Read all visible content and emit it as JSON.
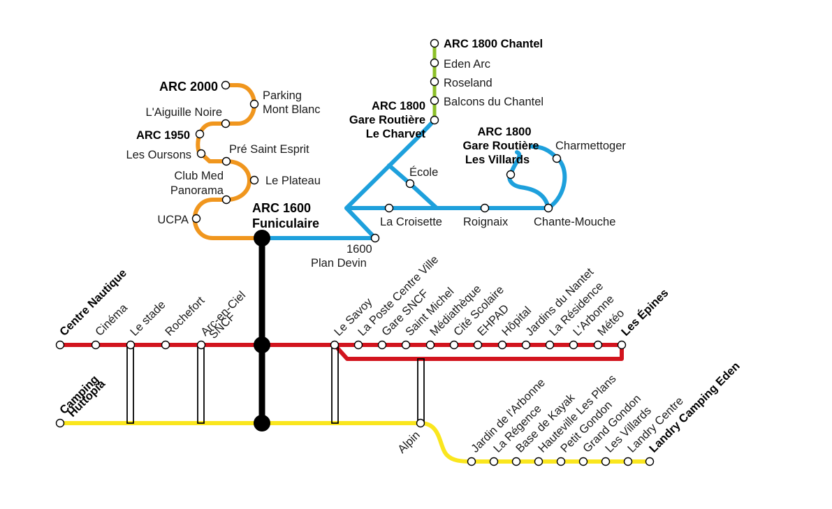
{
  "labels": {
    "arc2000": "ARC 2000",
    "parking1": "Parking",
    "parking2": "Mont Blanc",
    "aiguille": "L'Aiguille Noire",
    "arc1950": "ARC 1950",
    "oursons": "Les Oursons",
    "preSaintEsprit": "Pré Saint Esprit",
    "clubmed1": "Club Med",
    "clubmed2": "Panorama",
    "plateau": "Le Plateau",
    "ucpa": "UCPA",
    "arc1600a": "ARC 1600",
    "arc1600b": "Funiculaire",
    "planDevin1": "1600",
    "planDevin2": "Plan Devin",
    "croisette": "La Croisette",
    "roignaix": "Roignaix",
    "chanteMouche": "Chante-Mouche",
    "ecole": "École",
    "charvet1": "ARC 1800",
    "charvet2": "Gare Routière",
    "charvet3": "Le Charvet",
    "chantel": "ARC 1800 Chantel",
    "edenArc": "Eden Arc",
    "roseland": "Roseland",
    "balcons": "Balcons du Chantel",
    "villards1": "ARC 1800",
    "villards2": "Gare Routière",
    "villards3": "Les Villards",
    "charmettoger": "Charmettoger"
  },
  "red_stations": [
    {
      "label": "Centre Nautique",
      "bold": true
    },
    {
      "label": "Cinéma",
      "bold": false
    },
    {
      "label": "Le stade",
      "bold": false
    },
    {
      "label": "Rochefort",
      "bold": false
    },
    {
      "label": "Arc-en-Ciel",
      "label2": "SNCF",
      "bold": false
    },
    {
      "label": "Le Savoy",
      "bold": false
    },
    {
      "label": "La Poste Centre Ville",
      "bold": false
    },
    {
      "label": "Gare SNCF",
      "bold": false
    },
    {
      "label": "Saint Michel",
      "bold": false
    },
    {
      "label": "Médiathèque",
      "bold": false
    },
    {
      "label": "Cité Scolaire",
      "bold": false
    },
    {
      "label": "EHPAD",
      "bold": false
    },
    {
      "label": "Hôpital",
      "bold": false
    },
    {
      "label": "Jardins du Nantet",
      "bold": false
    },
    {
      "label": "La Résidence",
      "bold": false
    },
    {
      "label": "L'Arbonne",
      "bold": false
    },
    {
      "label": "Météo",
      "bold": false
    },
    {
      "label": "Les Épines",
      "bold": true
    }
  ],
  "yellow_stations": [
    {
      "label": "Camping",
      "label2": "Huttopia",
      "bold": true
    },
    {
      "label": "Alpin",
      "bold": false
    },
    {
      "label": "Jardin de l'Arbonne",
      "bold": false
    },
    {
      "label": "La Régence",
      "bold": false
    },
    {
      "label": "Base de Kayak",
      "bold": false
    },
    {
      "label": "Hauteville Les Plans",
      "bold": false
    },
    {
      "label": "Petit Gondon",
      "bold": false
    },
    {
      "label": "Grand Gondon",
      "bold": false
    },
    {
      "label": "Les Villards",
      "bold": false
    },
    {
      "label": "Landry Centre",
      "bold": false
    },
    {
      "label": "Landry Camping Eden",
      "bold": true
    }
  ],
  "colors": {
    "orange": "#f0961e",
    "blue": "#1ea0dc",
    "green": "#8cc028",
    "red": "#d2141e",
    "yellow": "#fae61e",
    "black": "#000000"
  }
}
